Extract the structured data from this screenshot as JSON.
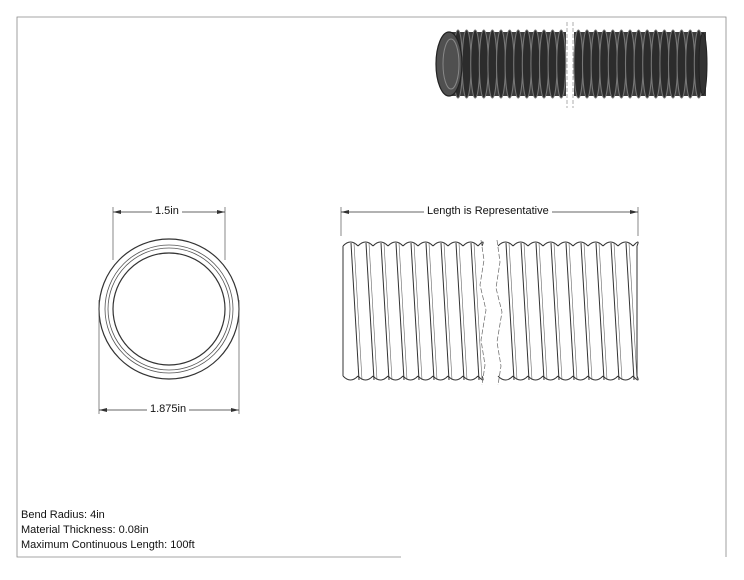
{
  "dimensions": {
    "inner_diameter": "1.5in",
    "outer_diameter": "1.875in",
    "length": "Length is Representative"
  },
  "specs": {
    "bend_radius": "Bend Radius: 4in",
    "material_thickness": "Material Thickness: 0.08in",
    "max_length": "Maximum Continuous Length: 100ft"
  },
  "colors": {
    "line": "#333333",
    "hose_dark": "#3a3a3a",
    "hose_ring": "#6e6e6e"
  }
}
